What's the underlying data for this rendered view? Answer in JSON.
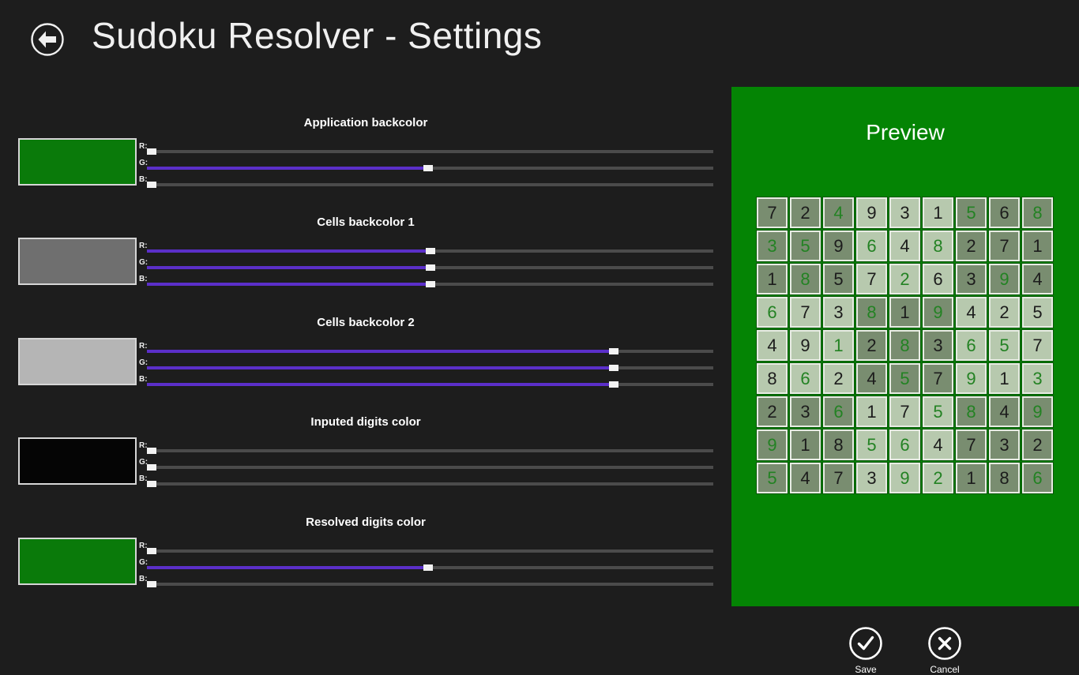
{
  "app": {
    "title": "Sudoku Resolver - Settings"
  },
  "colors": {
    "page_bg": "#1d1d1d",
    "slider_track": "#4b4b4b",
    "slider_fill": "#5b2fc9",
    "slider_thumb": "#f2f2f2",
    "panel_bg": "#048404",
    "cell_back_dark": "#798d70",
    "cell_back_light": "#b7c9ae",
    "digit_inputed": "#1c1c1c",
    "digit_resolved": "#238223",
    "cell_border": "#e7ece3"
  },
  "sections": [
    {
      "title": "Application backcolor",
      "swatch_color": "#0a7a0a",
      "sliders": [
        {
          "label": "R:",
          "pct": 0
        },
        {
          "label": "G:",
          "pct": 49.7
        },
        {
          "label": "B:",
          "pct": 0
        }
      ]
    },
    {
      "title": "Cells backcolor 1",
      "swatch_color": "#6f6f6f",
      "sliders": [
        {
          "label": "R:",
          "pct": 50
        },
        {
          "label": "G:",
          "pct": 50
        },
        {
          "label": "B:",
          "pct": 50
        }
      ]
    },
    {
      "title": "Cells backcolor 2",
      "swatch_color": "#b5b5b5",
      "sliders": [
        {
          "label": "R:",
          "pct": 83
        },
        {
          "label": "G:",
          "pct": 83
        },
        {
          "label": "B:",
          "pct": 83
        }
      ]
    },
    {
      "title": "Inputed digits color",
      "swatch_color": "#050505",
      "sliders": [
        {
          "label": "R:",
          "pct": 0
        },
        {
          "label": "G:",
          "pct": 0
        },
        {
          "label": "B:",
          "pct": 0
        }
      ]
    },
    {
      "title": "Resolved digits color",
      "swatch_color": "#0a7a0a",
      "sliders": [
        {
          "label": "R:",
          "pct": 0
        },
        {
          "label": "G:",
          "pct": 49.7
        },
        {
          "label": "B:",
          "pct": 0
        }
      ]
    }
  ],
  "preview": {
    "title": "Preview",
    "grid_rows": [
      "724931568",
      "359648271",
      "185726394",
      "673819425",
      "491283657",
      "862457913",
      "236175849",
      "918564732",
      "547392186"
    ],
    "resolved_mask": [
      "001000101",
      "110101000",
      "010010010",
      "100101000",
      "001010110",
      "010010101",
      "001001101",
      "100110000",
      "100011001"
    ],
    "buttons": [
      {
        "label": "Save",
        "icon": "check-icon"
      },
      {
        "label": "Cancel",
        "icon": "close-icon"
      }
    ]
  }
}
